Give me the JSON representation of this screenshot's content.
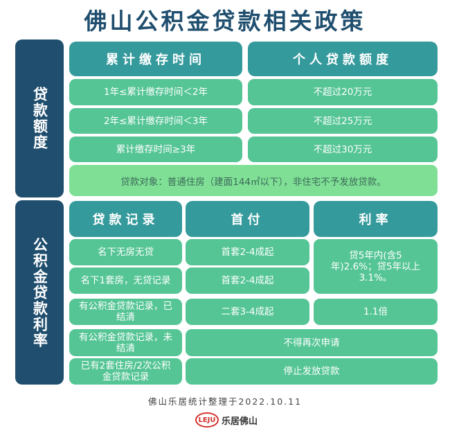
{
  "title": "佛山公积金贷款相关政策",
  "section1": {
    "label": "贷款额度",
    "headers": [
      "累计缴存时间",
      "个人贷款额度"
    ],
    "rows": [
      [
        "1年≤累计缴存时间＜2年",
        "不超过20万元"
      ],
      [
        "2年≤累计缴存时间＜3年",
        "不超过25万元"
      ],
      [
        "累计缴存时间≥3年",
        "不超过30万元"
      ]
    ],
    "note": "贷款对象：普通住房（建面144㎡以下），非住宅不予发放贷款。"
  },
  "section2": {
    "label": "公积金贷款利率",
    "headers": [
      "贷款记录",
      "首付",
      "利率"
    ],
    "rows": [
      [
        "名下无房无贷",
        "首套2-4成起"
      ],
      [
        "名下1套房，无贷记录",
        "首套2-4成起"
      ],
      [
        "有公积金贷款记录，已结清",
        "二套3-4成起",
        "1.1倍"
      ],
      [
        "有公积金贷款记录，未结清",
        "不得再次申请"
      ],
      [
        "已有2套住房/2次公积金贷款记录",
        "停止发放贷款"
      ]
    ],
    "rate_merged": "贷5年内(含5年)2.6%；贷5年以上3.1%。"
  },
  "footer": "佛山乐居统计整理于2022.10.11",
  "logo": {
    "mark": "LEJU",
    "text": "乐居佛山"
  },
  "colors": {
    "header": "#359a9c",
    "cell": "#55c595",
    "side": "#1f4e6e",
    "note": "#7fe095",
    "brand": "#d0302a"
  }
}
